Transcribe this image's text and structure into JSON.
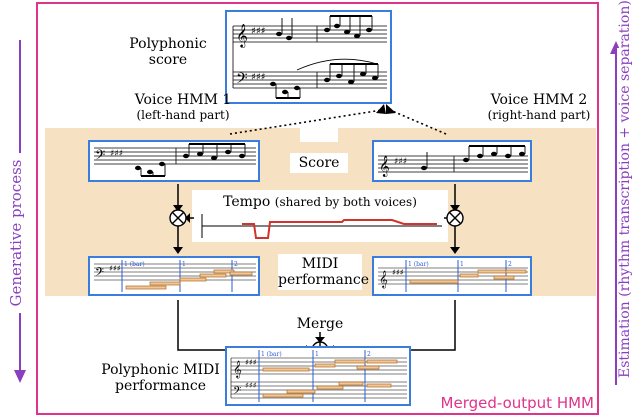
{
  "left_side_label": "Generative process",
  "right_side_label": "Estimation (rhythm transcription + voice separation)",
  "polyphonic_score": {
    "line1": "Polyphonic",
    "line2": "score"
  },
  "voice1": {
    "title": "Voice HMM 1",
    "subtitle": "(left-hand part)"
  },
  "voice2": {
    "title": "Voice HMM 2",
    "subtitle": "(right-hand part)"
  },
  "score_label": "Score",
  "tempo": {
    "main": "Tempo",
    "note": "(shared by both voices)"
  },
  "midi_label": {
    "line1": "MIDI",
    "line2": "performance"
  },
  "merge_label": "Merge",
  "poly_midi": {
    "line1": "Polyphonic MIDI",
    "line2": "performance"
  },
  "merged_output_label": "Merged-output HMM",
  "piano_roll_marks": {
    "left": [
      "1 (bar)",
      "1",
      "2"
    ],
    "right": [
      "1 (bar)",
      "1",
      "2"
    ],
    "bottom": [
      "1 (bar)",
      "1",
      "2"
    ]
  },
  "colors": {
    "frame": "#e0338b",
    "beige": "#f6e2c3",
    "panel_border": "#3b7ddd",
    "arrow": "#8a3fbf",
    "note_fill": "#f0c79a",
    "note_border": "#b06a20",
    "marker": "#2a5bd7"
  }
}
